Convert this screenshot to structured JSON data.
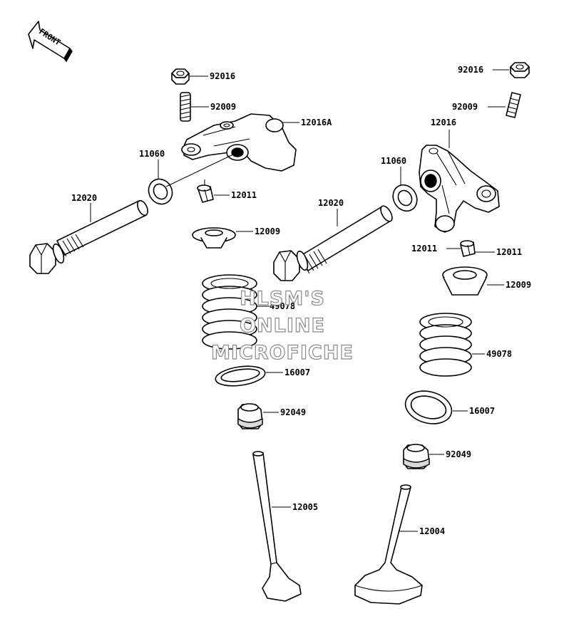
{
  "front_label": "FRONT",
  "watermark": [
    "HLSM'S",
    "ONLINE",
    "MICROFICHE"
  ],
  "labels": {
    "nut_left": "92016",
    "stud_left": "92009",
    "rocker_left": "12016A",
    "washer_left": "11060",
    "shaft_left": "12020",
    "collet_left": "12011",
    "retainer_left": "12009",
    "spring_left": "49078",
    "seat_left": "16007",
    "seal_left": "92049",
    "valve_left": "12005",
    "nut_right": "92016",
    "stud_right": "92009",
    "rocker_right": "12016",
    "washer_right": "11060",
    "shaft_right": "12020",
    "collet_right_a": "12011",
    "collet_right_b": "12011",
    "retainer_right": "12009",
    "spring_right": "49078",
    "seat_right": "16007",
    "seal_right": "92049",
    "valve_right": "12004"
  }
}
